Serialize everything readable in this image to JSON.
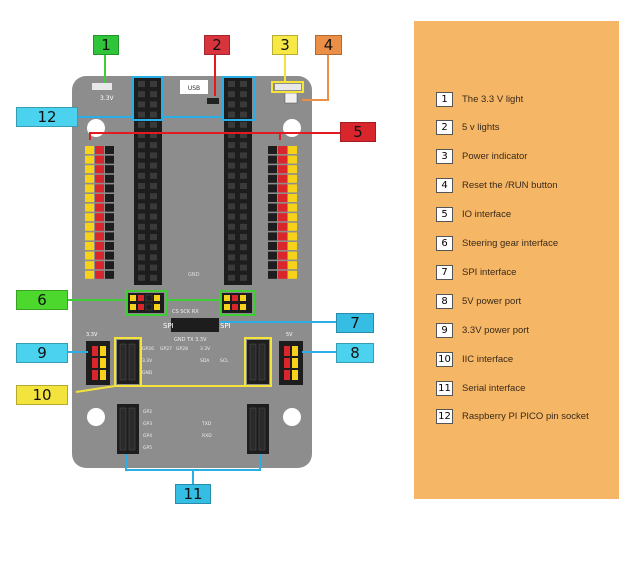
{
  "legend": {
    "items": [
      {
        "num": "1",
        "text": "The 3.3 V light"
      },
      {
        "num": "2",
        "text": "5 v lights"
      },
      {
        "num": "3",
        "text": "Power indicator"
      },
      {
        "num": "4",
        "text": "Reset the /RUN button"
      },
      {
        "num": "5",
        "text": "IO interface"
      },
      {
        "num": "6",
        "text": "Steering gear interface"
      },
      {
        "num": "7",
        "text": "SPI interface"
      },
      {
        "num": "8",
        "text": "5V power port"
      },
      {
        "num": "9",
        "text": "3.3V power port"
      },
      {
        "num": "10",
        "text": "IIC interface"
      },
      {
        "num": "11",
        "text": "Serial interface"
      },
      {
        "num": "12",
        "text": "Raspberry PI PICO pin socket"
      }
    ]
  },
  "callouts": [
    {
      "num": "1",
      "color": "#2fc43a"
    },
    {
      "num": "2",
      "color": "#d8343d"
    },
    {
      "num": "3",
      "color": "#f7e945"
    },
    {
      "num": "4",
      "color": "#ea8f45"
    },
    {
      "num": "5",
      "color": "#d9262d"
    },
    {
      "num": "6",
      "color": "#4dd82e"
    },
    {
      "num": "7",
      "color": "#35bde3"
    },
    {
      "num": "8",
      "color": "#4ad2ee"
    },
    {
      "num": "9",
      "color": "#4ad2ee"
    },
    {
      "num": "10",
      "color": "#f2e33d"
    },
    {
      "num": "11",
      "color": "#35bde3"
    },
    {
      "num": "12",
      "color": "#4ad2ee"
    }
  ],
  "board": {
    "silk_3v3": "3.3V",
    "silk_usb": "USB",
    "silk_gnd": "GND",
    "silk_spi": "SPI",
    "silk_spi_pins": "CS SCK RX",
    "silk_spi_bottom": "GND TX 3.3V",
    "silk_gp26": "GP26",
    "silk_gp27": "GP27",
    "silk_gp28": "GP28",
    "silk_gp2": "GP2",
    "silk_gp3": "GP3",
    "silk_gp4": "GP4",
    "silk_gp5": "GP5",
    "silk_scl": "SCL",
    "silk_sda": "SDA",
    "silk_txd": "TXD",
    "silk_rxd": "RXD",
    "silk_33v": "3.3V",
    "silk_5v": "5V"
  },
  "colors": {
    "board": "#8d8d8d",
    "header_black": "#1d1d1d",
    "pin_red": "#d9262d",
    "pin_yellow": "#f6d21b",
    "callout_blue_line": "#2aaee6",
    "callout_red_line": "#e21b22",
    "callout_green_line": "#3fcf34",
    "callout_yellow_line": "#f3e33a",
    "legend_bg": "#f5b666"
  }
}
